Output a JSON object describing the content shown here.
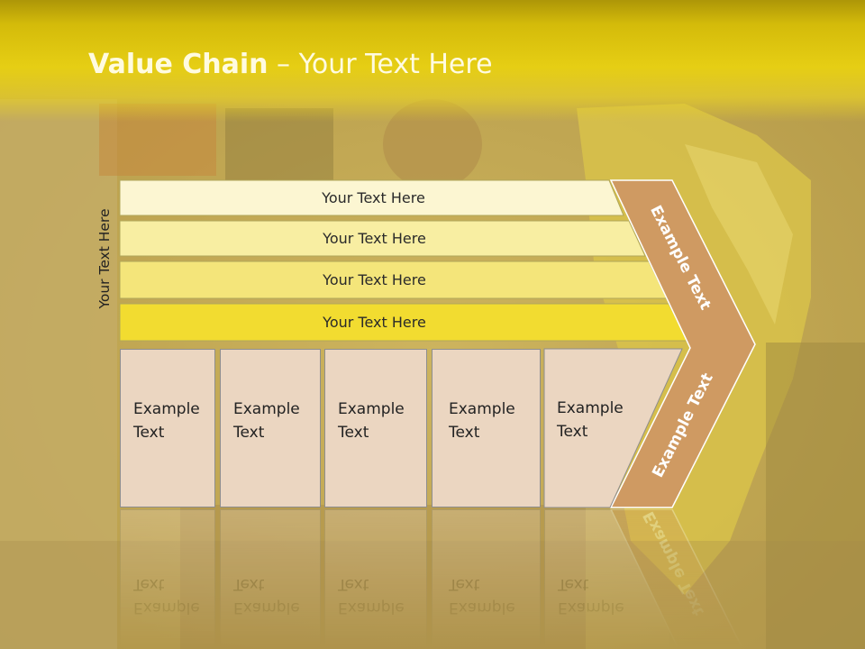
{
  "slide": {
    "title_bold": "Value Chain",
    "title_rest": " – Your Text Here",
    "vertical_label": "Your Text Here",
    "rows": [
      {
        "label": "Your Text Here",
        "color": "#fcf6d2"
      },
      {
        "label": "Your Text Here",
        "color": "#f8eea2"
      },
      {
        "label": "Your Text Here",
        "color": "#f4e57a"
      },
      {
        "label": "Your Text Here",
        "color": "#f2dc30"
      }
    ],
    "cells": [
      {
        "label": "Example Text"
      },
      {
        "label": "Example Text"
      },
      {
        "label": "Example Text"
      },
      {
        "label": "Example Text"
      },
      {
        "label": "Example Text"
      }
    ],
    "chevron_top_label": "Example Text",
    "chevron_bottom_label": "Example Text",
    "colors": {
      "title_band": "#d4bb0a",
      "chevron": "#cf9a62",
      "cell_fill": "#ebd6c1"
    }
  }
}
